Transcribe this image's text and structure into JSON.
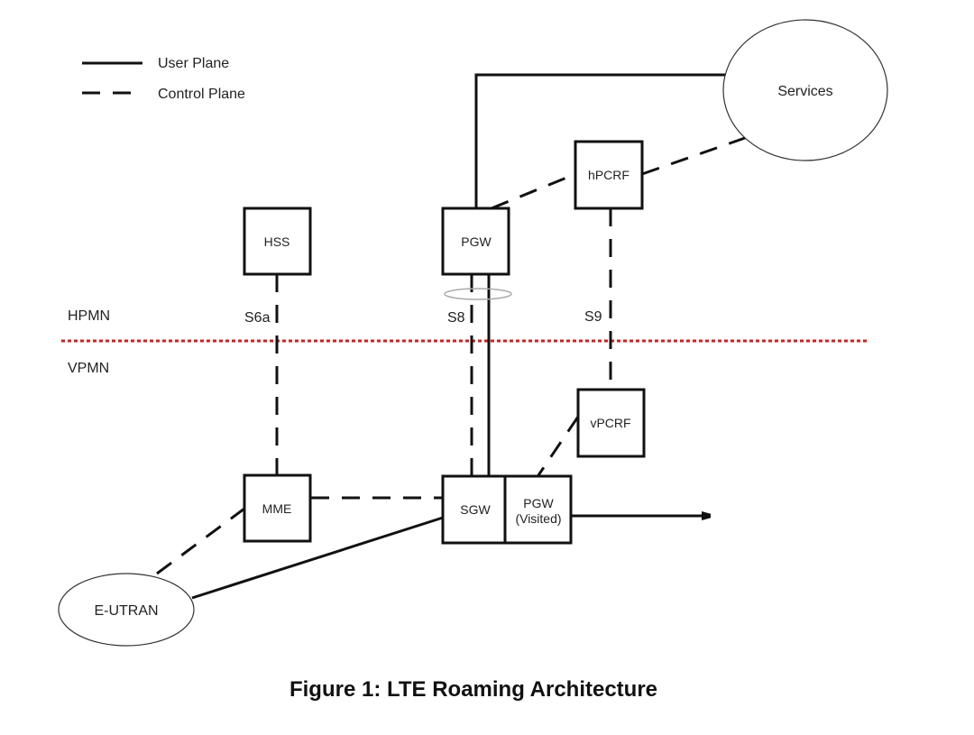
{
  "legend": {
    "items": [
      {
        "label": "User Plane",
        "style": "solid"
      },
      {
        "label": "Control Plane",
        "style": "dashed"
      }
    ]
  },
  "zones": {
    "home": "HPMN",
    "visited": "VPMN",
    "divider_color": "#cc2222"
  },
  "nodes": {
    "services": "Services",
    "hpcrf": "hPCRF",
    "hss": "HSS",
    "pgw_home": "PGW",
    "vpcrf": "vPCRF",
    "mme": "MME",
    "sgw": "SGW",
    "pgw_visited_line1": "PGW",
    "pgw_visited_line2": "(Visited)",
    "eutran": "E-UTRAN"
  },
  "interfaces": {
    "s6a": "S6a",
    "s8": "S8",
    "s9": "S9"
  },
  "caption": "Figure 1: LTE Roaming Architecture",
  "colors": {
    "line": "#111111",
    "divider": "#cc2222",
    "s8_ring": "#aaaaaa"
  }
}
